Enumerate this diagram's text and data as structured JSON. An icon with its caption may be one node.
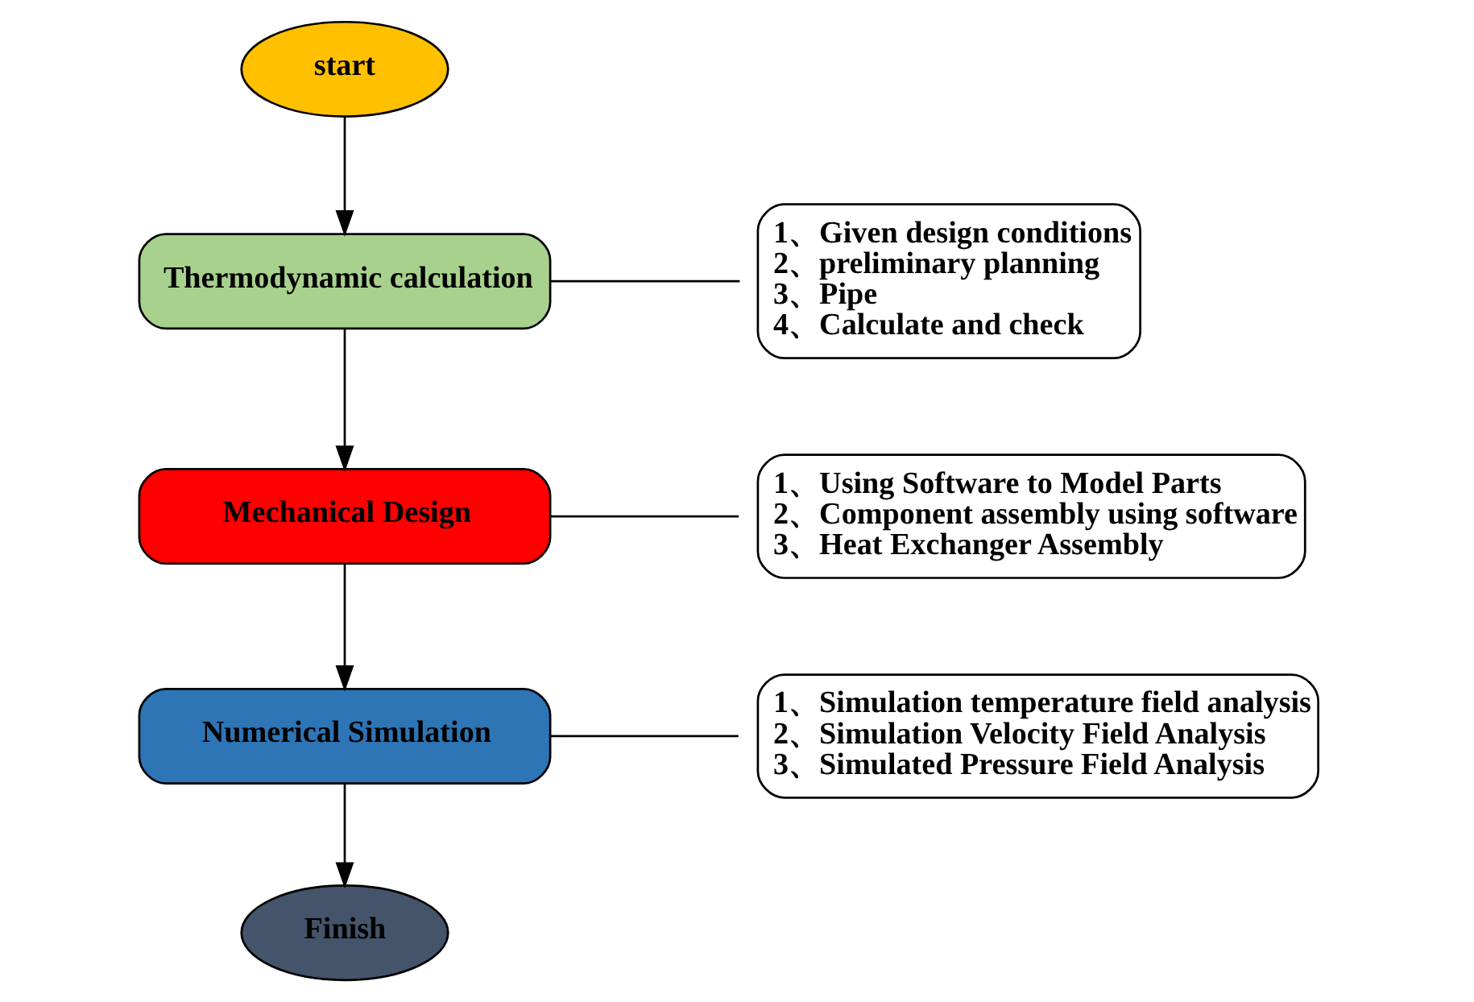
{
  "diagram": {
    "nodes": [
      {
        "text": [
          "start"
        ]
      },
      {
        "text": [
          "Thermodynamic calculation"
        ]
      },
      {
        "text": [
          "Mechanical Design"
        ]
      },
      {
        "text": [
          "Numerical Simulation"
        ]
      },
      {
        "text": [
          "Finish"
        ]
      },
      {
        "text": [
          "1、Given design conditions",
          "2、preliminary planning",
          "3、Pipe",
          "4、Calculate and check"
        ]
      },
      {
        "text": [
          "1、Using Software to Model Parts",
          "2、Component assembly using software",
          "3、Heat Exchanger Assembly"
        ]
      },
      {
        "text": [
          "1、Simulation temperature field analysis",
          "2、Simulation Velocity Field Analysis",
          "3、Simulated Pressure Field Analysis"
        ]
      }
    ],
    "edges": [
      {
        "from": 0,
        "to": 1,
        "arrow": "to"
      },
      {
        "from": 1,
        "to": 2,
        "arrow": "to"
      },
      {
        "from": 2,
        "to": 3,
        "arrow": "to"
      },
      {
        "from": 3,
        "to": 4,
        "arrow": "to"
      },
      {
        "from": 1,
        "to": 5,
        "arrow": "none"
      },
      {
        "from": 2,
        "to": 6,
        "arrow": "none"
      },
      {
        "from": 3,
        "to": 7,
        "arrow": "none"
      }
    ]
  }
}
